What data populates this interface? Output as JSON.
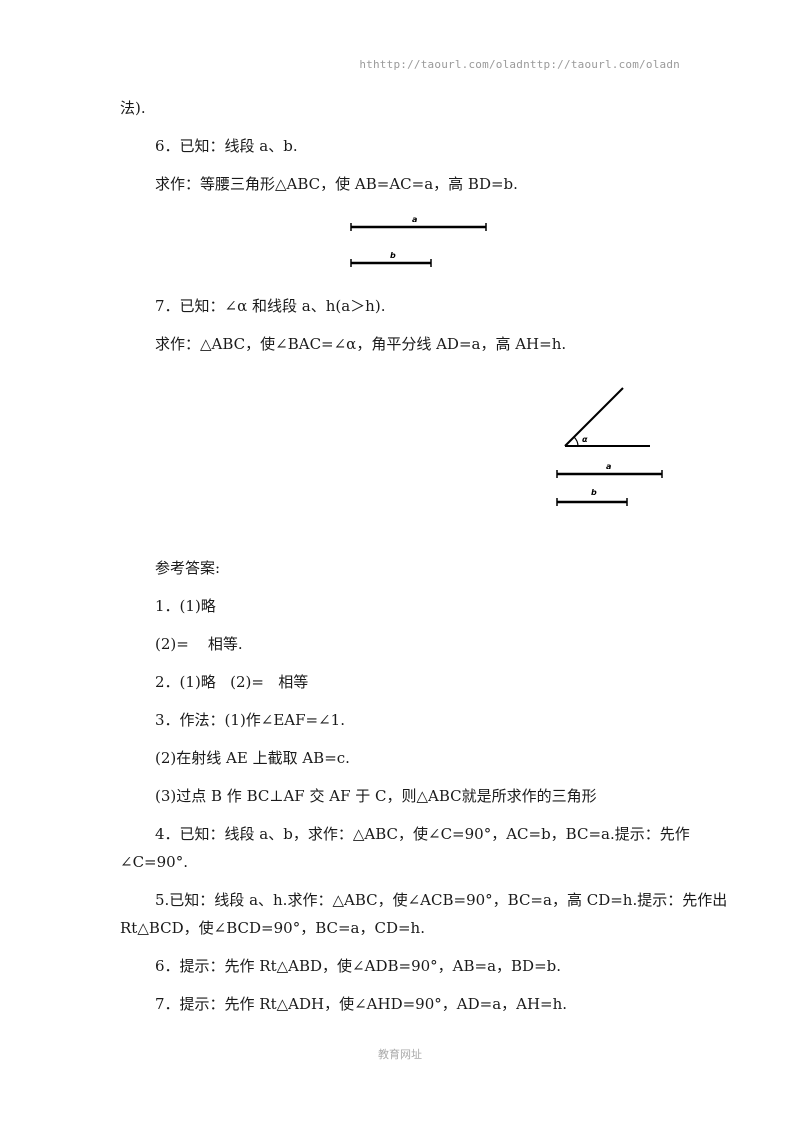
{
  "header": {
    "url": "hthttp://taourl.com/oladnttp://taourl.com/oladn"
  },
  "lines": {
    "l1": "法).",
    "l2": "6．已知：线段 a、b.",
    "l3": "求作：等腰三角形△ABC，使 AB=AC=a，高 BD=b.",
    "l4": "7．已知：∠α 和线段 a、h(a＞h).",
    "l5": "求作：△ABC，使∠BAC=∠α，角平分线 AD=a，高 AH=h.",
    "l6": "参考答案:",
    "l7": "1．(1)略",
    "l8": "(2)=    相等.",
    "l9": "2．(1)略   (2)=   相等",
    "l10": "3．作法：(1)作∠EAF=∠1.",
    "l11": "(2)在射线 AE 上截取 AB=c.",
    "l12": "(3)过点 B 作 BC⊥AF 交 AF 于 C，则△ABC就是所求作的三角形",
    "l13": "4．已知：线段 a、b，求作：△ABC，使∠C=90°，AC=b，BC=a.提示：先作",
    "l14": "∠C=90°.",
    "l15": "5.已知：线段 a、h.求作：△ABC，使∠ACB=90°，BC=a，高 CD=h.提示：先作出",
    "l16": "Rt△BCD，使∠BCD=90°，BC=a，CD=h.",
    "l17": "6．提示：先作 Rt△ABD，使∠ADB=90°，AB=a，BD=b.",
    "l18": "7．提示：先作 Rt△ADH，使∠AHD=90°，AD=a，AH=h."
  },
  "figure1": {
    "label_a": "a",
    "label_b": "b"
  },
  "figure2": {
    "label_alpha": "α",
    "label_a": "a",
    "label_b": "b"
  },
  "footer": {
    "text": "教育网址"
  }
}
